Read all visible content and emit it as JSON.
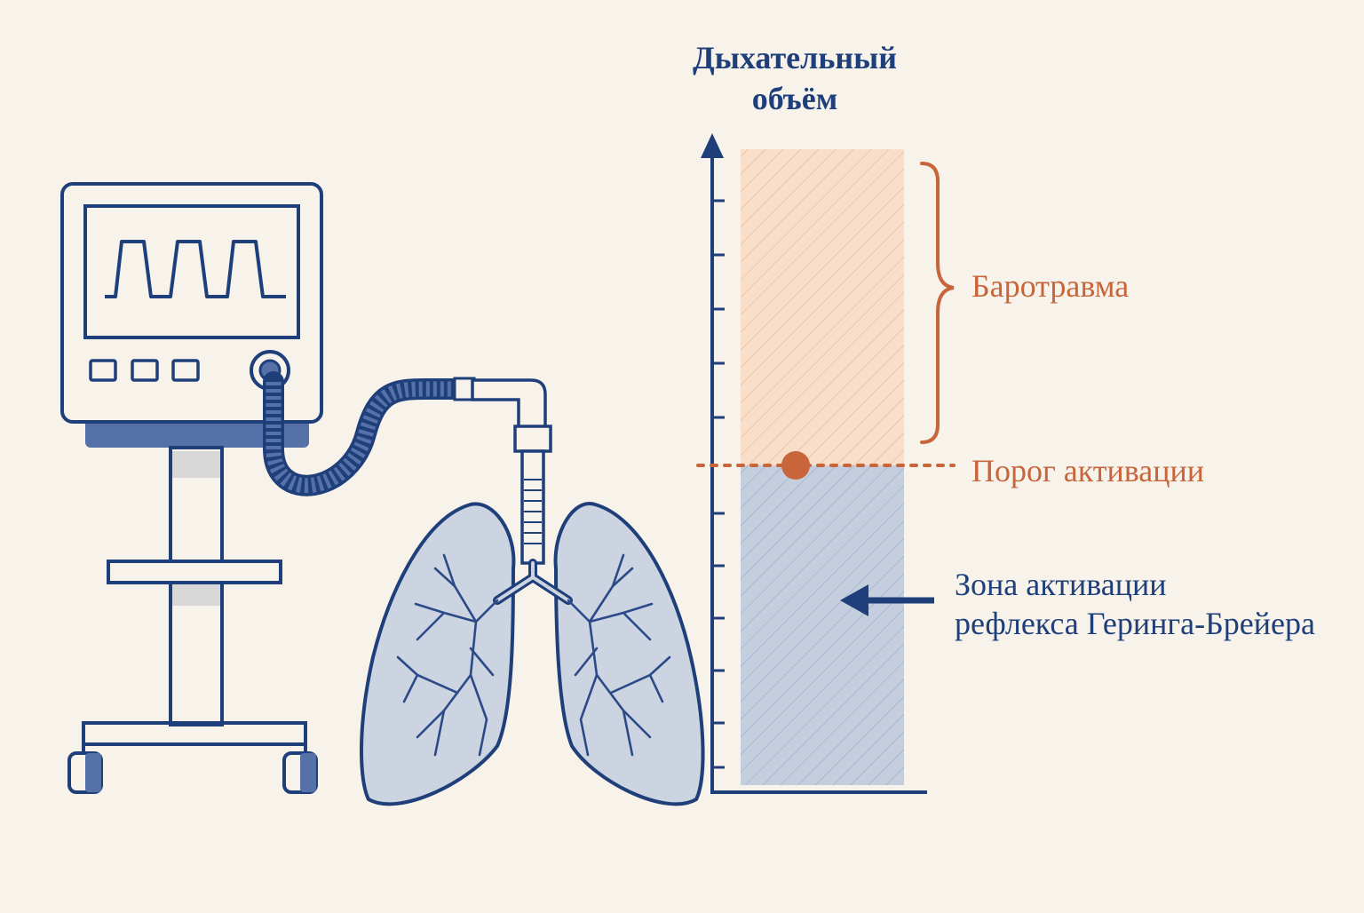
{
  "diagram": {
    "axis_title_line1": "Дыхательный",
    "axis_title_line2": "объём",
    "barotrauma_label": "Баротравма",
    "threshold_label": "Порог активации",
    "zone_label_line1": "Зона активации",
    "zone_label_line2": "рефлекса Геринга-Брейера"
  },
  "colors": {
    "navy": "#1f3f7a",
    "orange": "#c8653a",
    "background": "#f7f2ea",
    "barotrauma_fill": "#f9dfc9",
    "zone_fill": "#c4cedf"
  },
  "icons": [
    "ventilator-icon",
    "breathing-tube-icon",
    "lungs-icon",
    "arrow-left-icon",
    "brace-icon"
  ]
}
